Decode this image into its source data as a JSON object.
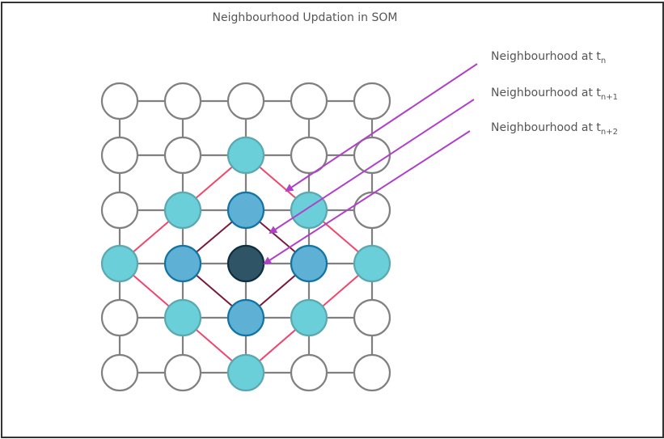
{
  "title": "Neighbourhood Updation in SOM",
  "legend": [
    {
      "text": "Neighbourhood at t",
      "subscript": "n",
      "arrow_target": "outer-ring"
    },
    {
      "text": "Neighbourhood at t",
      "subscript": "n+1",
      "arrow_target": "inner-ring"
    },
    {
      "text": "Neighbourhood at t",
      "subscript": "n+2",
      "arrow_target": "winner-node"
    }
  ],
  "grid": {
    "rows": 6,
    "cols": 5,
    "winner": {
      "row": 3,
      "col": 2
    },
    "node_states": [
      [
        "empty",
        "empty",
        "empty",
        "empty",
        "empty"
      ],
      [
        "empty",
        "empty",
        "outer",
        "empty",
        "empty"
      ],
      [
        "empty",
        "outer",
        "inner",
        "outer",
        "empty"
      ],
      [
        "outer",
        "inner",
        "winner",
        "inner",
        "outer"
      ],
      [
        "empty",
        "outer",
        "inner",
        "outer",
        "empty"
      ],
      [
        "empty",
        "empty",
        "outer",
        "empty",
        "empty"
      ]
    ]
  },
  "colors": {
    "empty_fill": "#ffffff",
    "empty_stroke": "#808080",
    "outer_fill": "#6bcfd9",
    "outer_stroke": "#5aa9b0",
    "inner_fill": "#5eb0d4",
    "inner_stroke": "#1274a3",
    "winner_fill": "#2f5466",
    "winner_stroke": "#0f2f40",
    "grid_line": "#808080",
    "outer_ring": "#f0466e",
    "inner_ring": "#7a1a3a",
    "arrow": "#b040c8"
  }
}
